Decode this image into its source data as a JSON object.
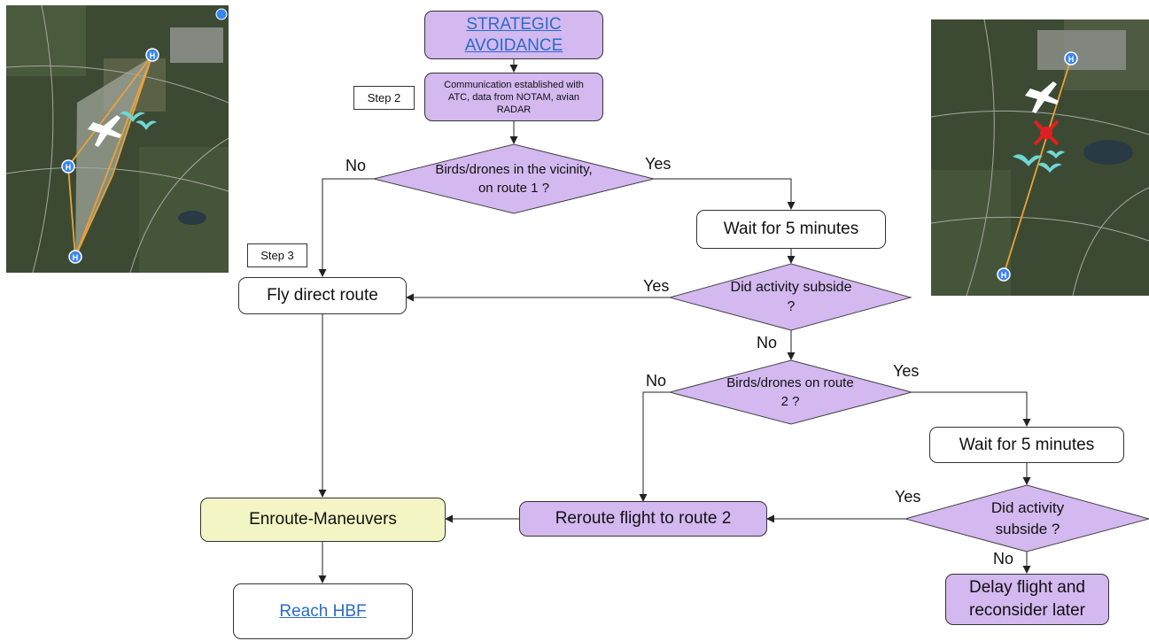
{
  "flowchart": {
    "start": "STRATEGIC AVOIDANCE",
    "communication": "Communication established with ATC, data from NOTAM, avian RADAR",
    "step2": "Step 2",
    "step3": "Step 3",
    "decision_route1": "Birds/drones in the vicinity, on route 1 ?",
    "wait_1": "Wait for 5 minutes",
    "decision_subside_1": "Did activity subside ?",
    "fly_direct": "Fly direct route",
    "decision_route2": "Birds/drones on route 2 ?",
    "wait_2": "Wait for 5 minutes",
    "decision_subside_2": "Did activity subside ?",
    "reroute": "Reroute flight to route 2",
    "enroute": "Enroute-Maneuvers",
    "reach": "Reach HBF",
    "delay": "Delay flight and reconsider later"
  },
  "labels": {
    "no": "No",
    "yes": "Yes"
  },
  "maps": {
    "left_marker": "H",
    "right_marker": "H"
  },
  "colors": {
    "purple_fill": "#d4b8f0",
    "yellow_fill": "#f3f6c4",
    "link": "#2a6cc7",
    "route_line": "#e8a33a",
    "conflict": "#e02020",
    "birds": "#6fd6d6"
  }
}
